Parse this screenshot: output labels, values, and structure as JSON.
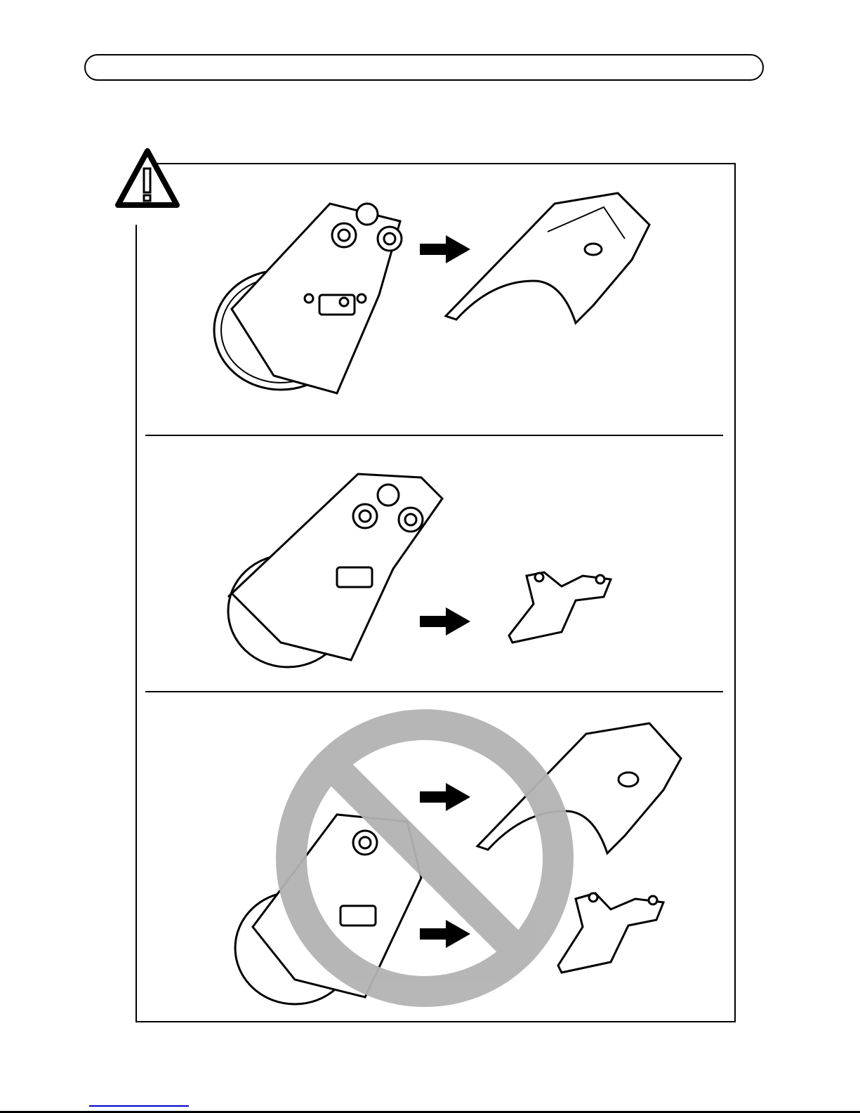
{
  "colors": {
    "line": "#000000",
    "prohibition": "#b3b3b3",
    "link": "#0000cc"
  },
  "icons": [
    "warning-icon",
    "arrow-right-icon",
    "prohibition-icon"
  ],
  "steps": [
    {
      "id": "step-remove-cover"
    },
    {
      "id": "step-remove-bracket"
    },
    {
      "id": "step-do-not-remove-both"
    }
  ]
}
